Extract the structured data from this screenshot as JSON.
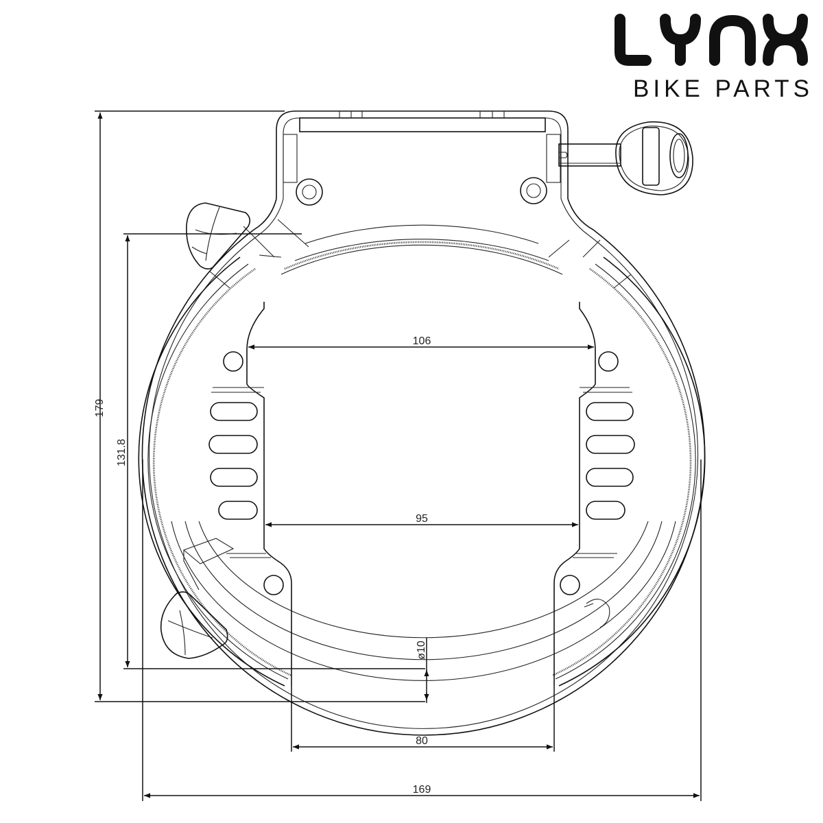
{
  "brand": {
    "name": "LYNX",
    "tagline": "BIKE PARTS",
    "color": "#111111"
  },
  "drawing": {
    "subject": "frame-lock",
    "line_color": "#111111",
    "background": "#ffffff",
    "parts": [
      "lock-body",
      "key",
      "ring-shackle",
      "mounting-holes",
      "vent-slots",
      "bumper-pads"
    ]
  },
  "dimensions": {
    "overall_height": {
      "label": "179",
      "orientation": "vertical"
    },
    "inner_height": {
      "label": "131.8",
      "orientation": "vertical"
    },
    "inner_width_top": {
      "label": "106",
      "orientation": "horizontal"
    },
    "inner_width_mid": {
      "label": "95",
      "orientation": "horizontal"
    },
    "bolt_diameter": {
      "label": "ø10",
      "orientation": "vertical"
    },
    "mount_spacing": {
      "label": "80",
      "orientation": "horizontal"
    },
    "overall_width": {
      "label": "169",
      "orientation": "horizontal"
    }
  }
}
